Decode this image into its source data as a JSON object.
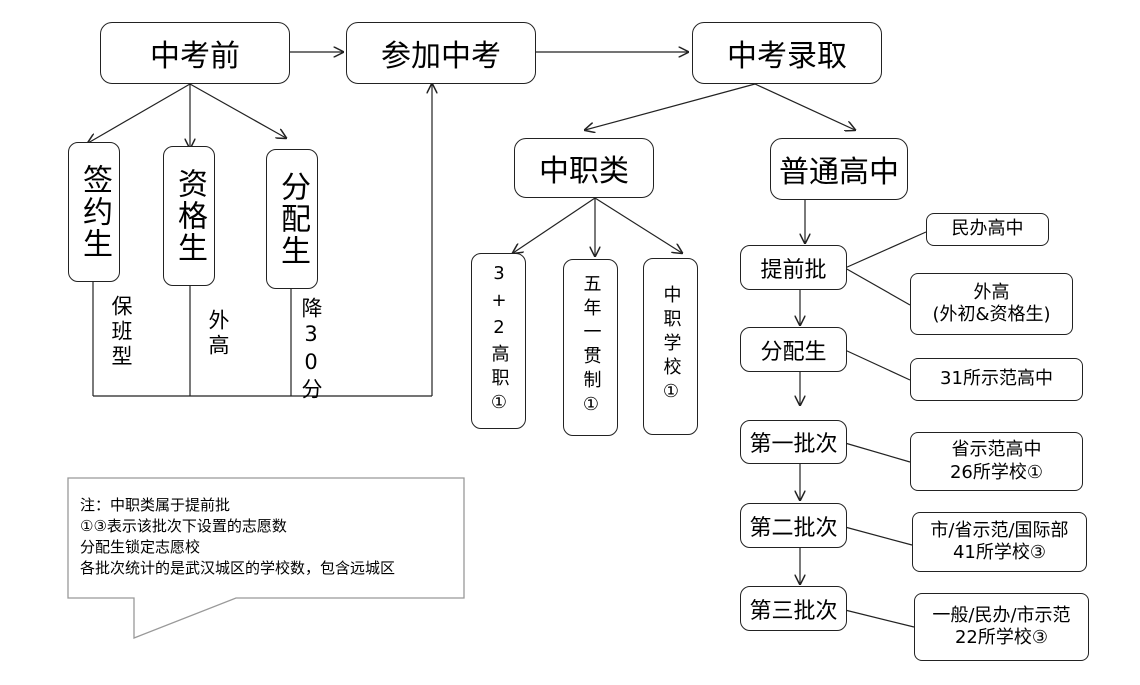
{
  "top": {
    "before": "中考前",
    "exam": "参加中考",
    "admit": "中考录取"
  },
  "before_types": [
    {
      "label": "签约生",
      "sub": "保班型"
    },
    {
      "label": "资格生",
      "sub": "外高"
    },
    {
      "label": "分配生",
      "sub": "降30分"
    }
  ],
  "categories": {
    "vocational": "中职类",
    "general": "普通高中"
  },
  "vocational_types": [
    "3+2高职①",
    "五年一贯制①",
    "中职学校①"
  ],
  "batches": [
    {
      "name": "提前批",
      "targets": [
        "民办高中",
        "外高\n(外初&资格生)"
      ]
    },
    {
      "name": "分配生",
      "targets": [
        "31所示范高中"
      ]
    },
    {
      "name": "第一批次",
      "targets": [
        "省示范高中\n26所学校①"
      ]
    },
    {
      "name": "第二批次",
      "targets": [
        "市/省示范/国际部\n41所学校③"
      ]
    },
    {
      "name": "第三批次",
      "targets": [
        "一般/民办/市示范\n22所学校③"
      ]
    }
  ],
  "note": {
    "lines": [
      "注：中职类属于提前批",
      "①③表示该批次下设置的志愿数",
      "分配生锁定志愿校",
      "各批次统计的是武汉城区的学校数，包含远城区"
    ]
  }
}
